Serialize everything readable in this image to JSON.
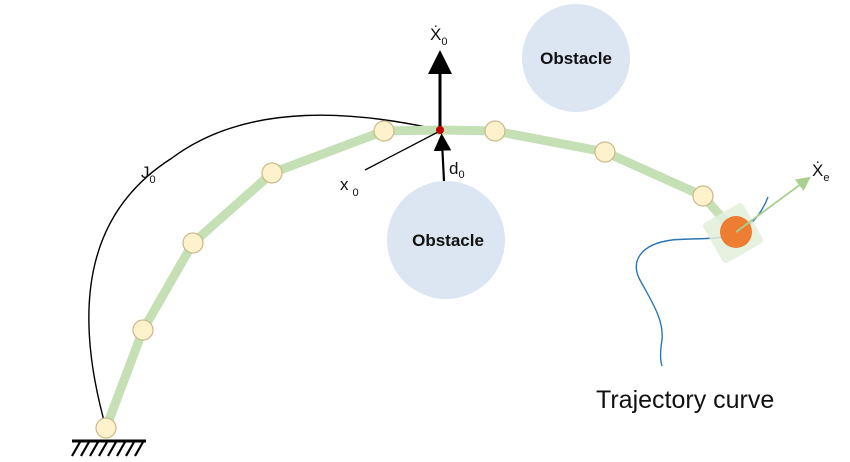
{
  "obstacles": [
    {
      "label": "Obstacle"
    },
    {
      "label": "Obstacle"
    }
  ],
  "labels": {
    "x_dot_0": {
      "base": "Ẋ",
      "sub": "0"
    },
    "x_dot_e": {
      "base": "Ẋ",
      "sub": "e"
    },
    "j_0": {
      "base": "J",
      "sub": "0"
    },
    "x_0": {
      "base": "x",
      "sub": "0"
    },
    "d_0": {
      "base": "d",
      "sub": "0"
    },
    "trajectory": "Trajectory curve"
  },
  "colors": {
    "link": "#c5e0b4",
    "joint_fill": "#fdf2cc",
    "joint_stroke": "#c9b98a",
    "obstacle": "#dce6f2",
    "end_effector": "#ed7d31",
    "trajectory": "#2e75b6",
    "critical_point": "#c00000"
  },
  "icons": {
    "base": "ground-hatch-icon"
  }
}
